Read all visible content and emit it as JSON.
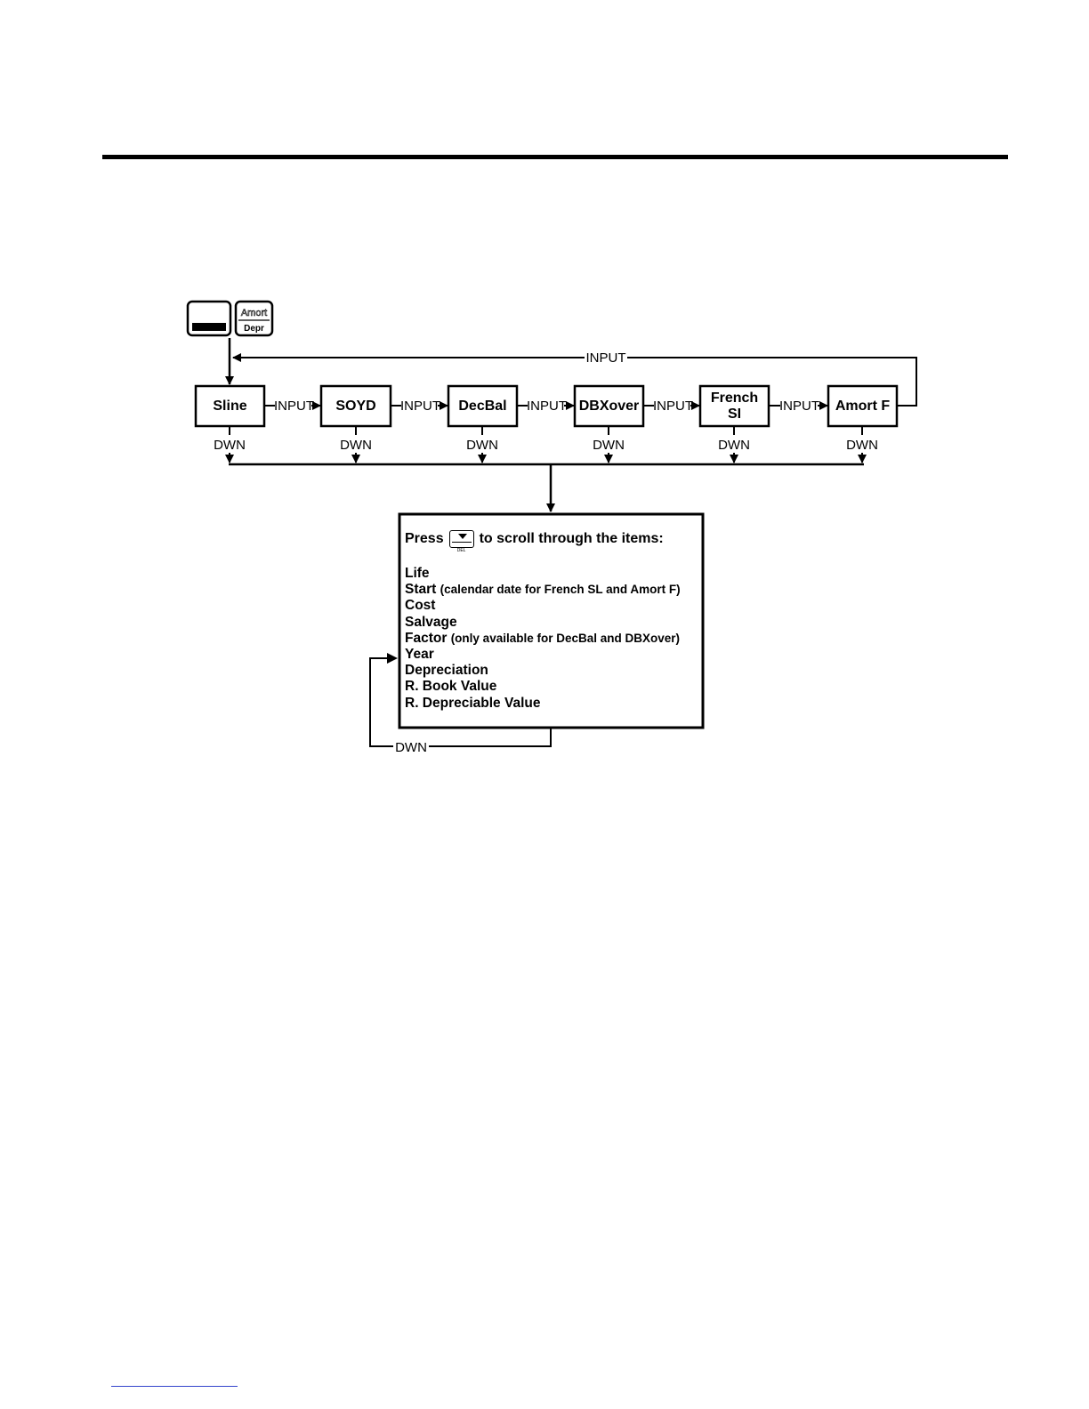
{
  "keys": {
    "amort_top": "Amort",
    "amort_bottom": "Depr"
  },
  "methods": [
    "Sline",
    "SOYD",
    "DecBal",
    "DBXover",
    "French SI",
    "Amort F"
  ],
  "arrow_labels": {
    "input": "INPUT",
    "down": "DWN"
  },
  "scroll_panel": {
    "press": "Press",
    "key_sub": "DEL",
    "instruction": "to scroll through the items:",
    "items": [
      {
        "main": "Life",
        "note": ""
      },
      {
        "main": "Start ",
        "note": "(calendar date for French SL and Amort F)"
      },
      {
        "main": "Cost",
        "note": ""
      },
      {
        "main": "Salvage",
        "note": ""
      },
      {
        "main": "Factor ",
        "note": "(only available for DecBal and DBXover)"
      },
      {
        "main": "Year",
        "note": ""
      },
      {
        "main": "Depreciation",
        "note": ""
      },
      {
        "main": "R. Book Value",
        "note": ""
      },
      {
        "main": "R. Depreciable Value",
        "note": ""
      }
    ]
  }
}
